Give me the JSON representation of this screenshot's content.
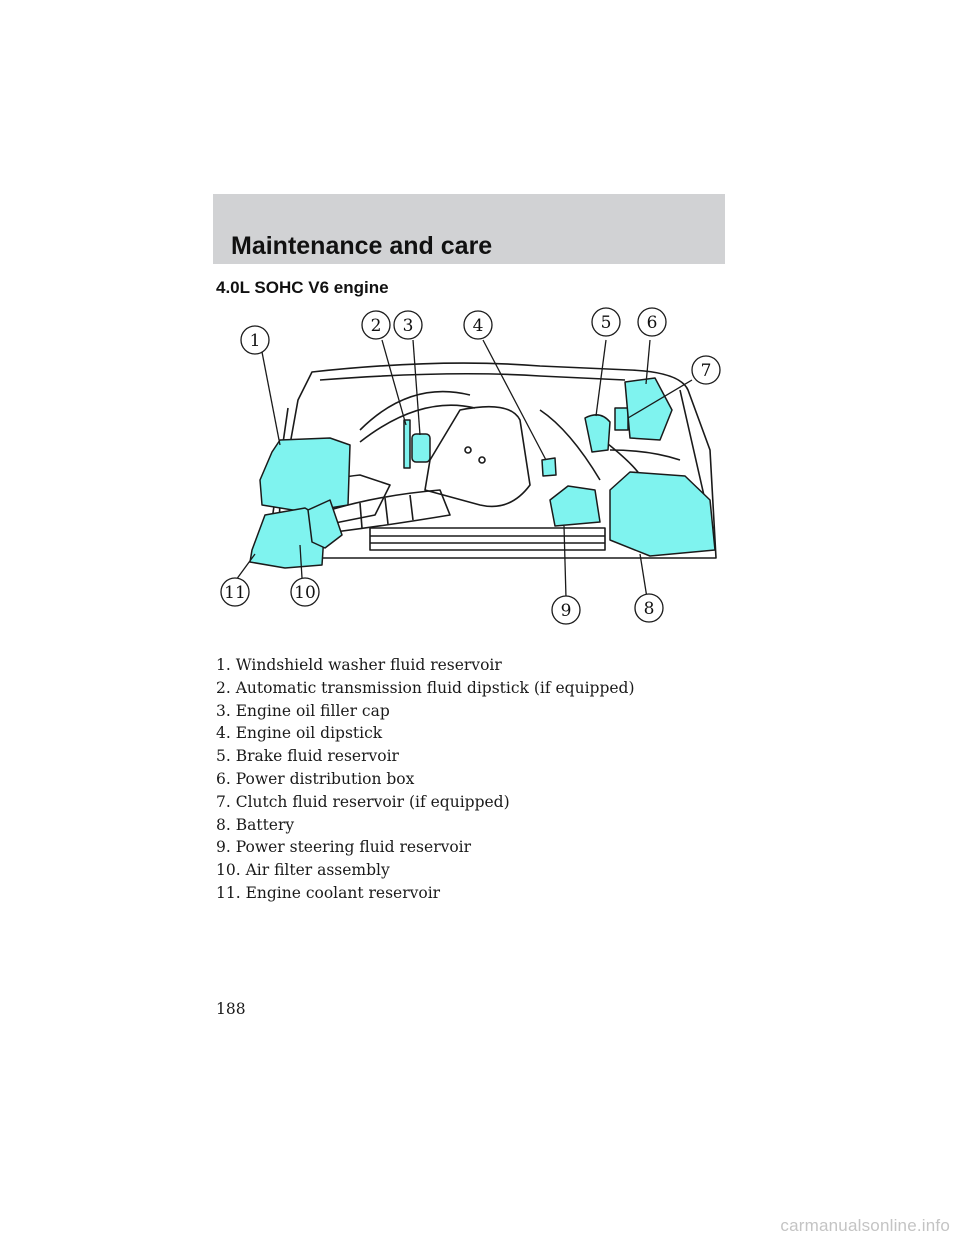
{
  "header": {
    "title": "Maintenance and care"
  },
  "section": {
    "title": "4.0L SOHC V6 engine"
  },
  "diagram": {
    "callouts": [
      "1",
      "2",
      "3",
      "4",
      "5",
      "6",
      "7",
      "8",
      "9",
      "10",
      "11"
    ],
    "colors": {
      "highlight": "#7ff3ef",
      "line": "#1a1a1a",
      "background": "#ffffff"
    }
  },
  "legend": [
    "1. Windshield washer fluid reservoir",
    "2. Automatic transmission fluid dipstick (if equipped)",
    "3. Engine oil filler cap",
    "4. Engine oil dipstick",
    "5. Brake fluid reservoir",
    "6. Power distribution box",
    "7. Clutch fluid reservoir (if equipped)",
    "8. Battery",
    "9. Power steering fluid reservoir",
    "10. Air filter assembly",
    "11. Engine coolant reservoir"
  ],
  "footer": {
    "page_number": "188"
  },
  "watermark": "carmanualsonline.info"
}
